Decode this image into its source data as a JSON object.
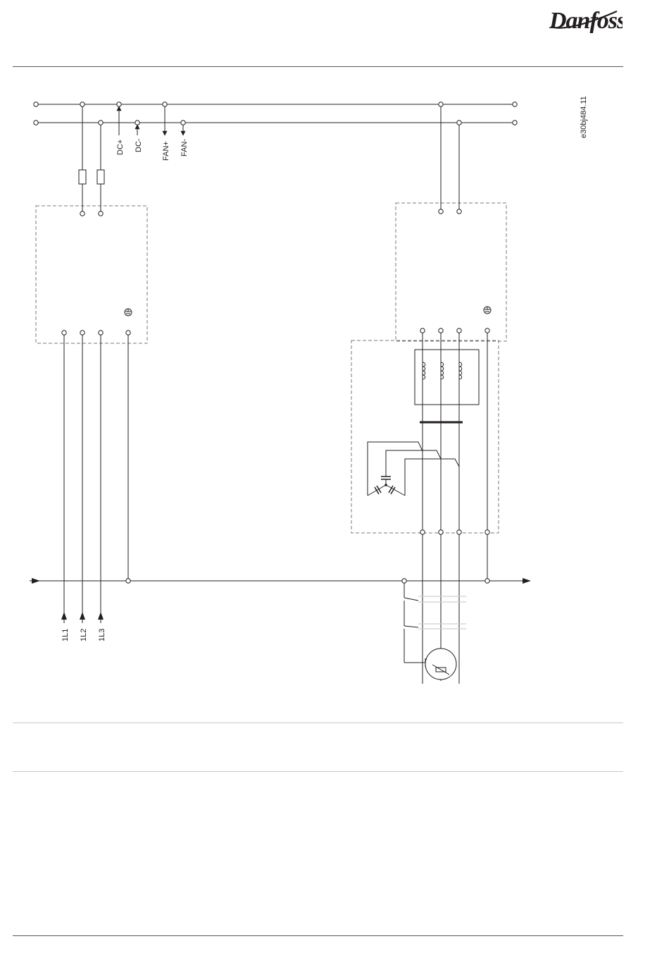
{
  "header": {
    "brand": "Danfoss"
  },
  "diagram": {
    "ref_code": "e30bj484.11",
    "dc_labels": [
      "DC+",
      "DC-"
    ],
    "fan_labels": [
      "FAN+",
      "FAN-"
    ],
    "mains_labels": [
      "1L1",
      "1L2",
      "1L3"
    ]
  }
}
